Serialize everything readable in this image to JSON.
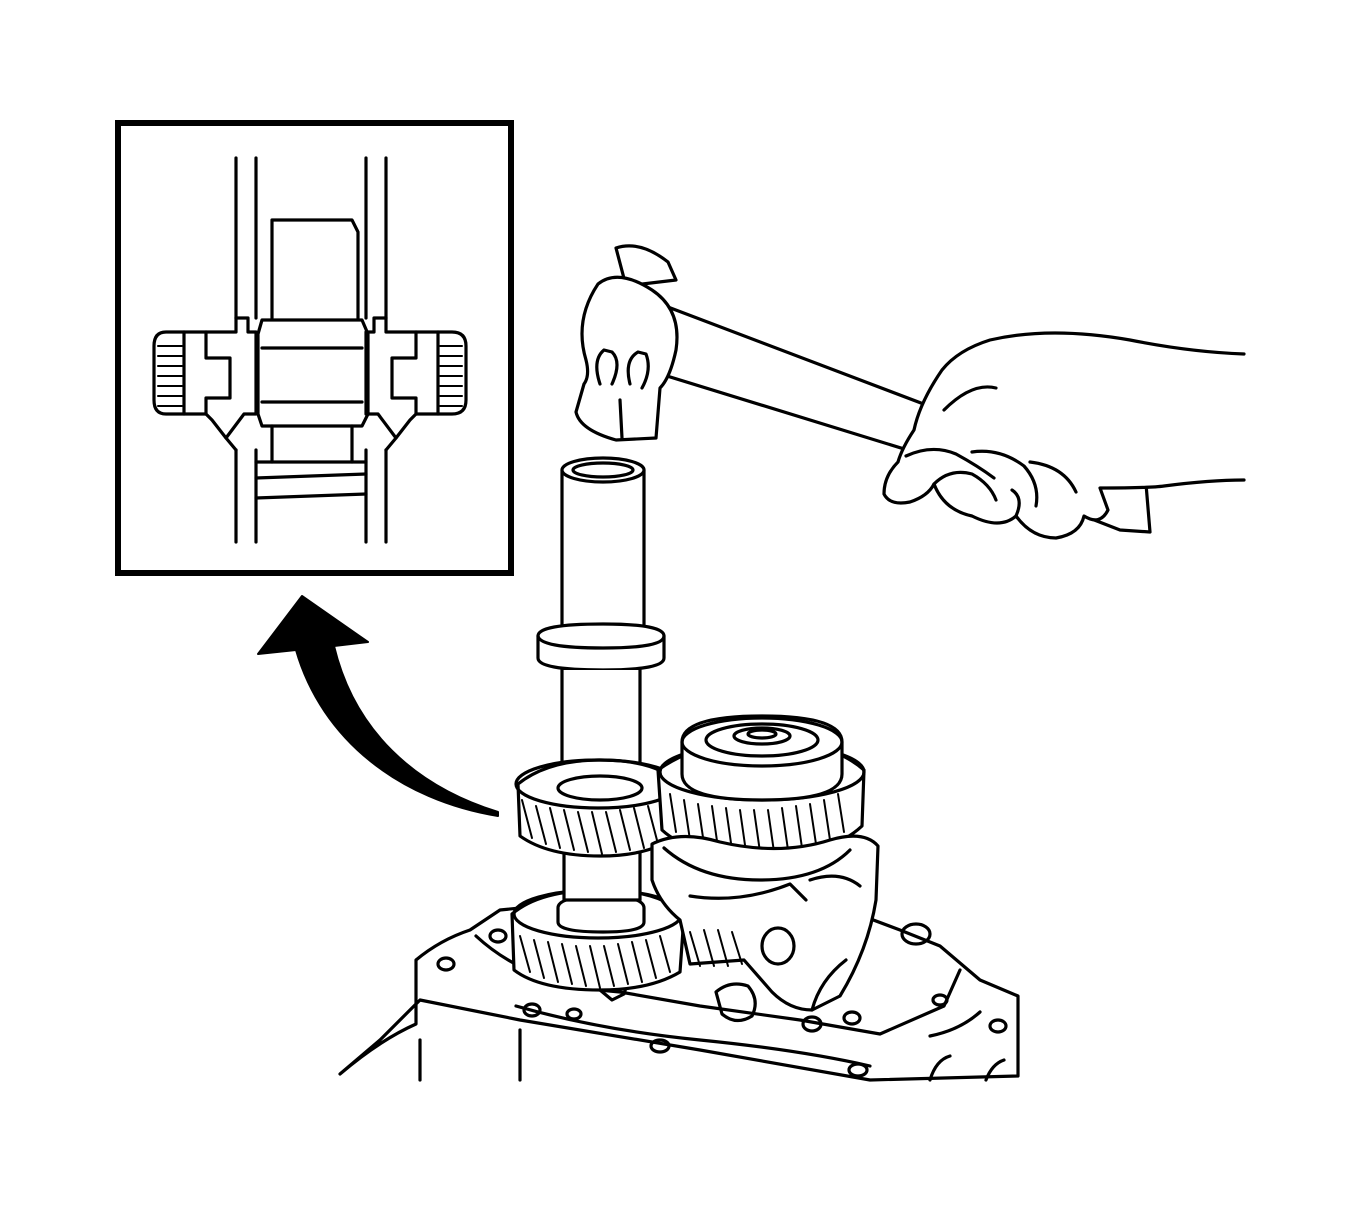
{
  "figure": {
    "background": "#ffffff",
    "line_color": "#000000",
    "parts": {
      "detail_inset": "detail-inset-frame",
      "arrow": "curved-arrow-icon",
      "hammer": "hammer-icon",
      "hand": "hand-icon",
      "driver_tool": "installer-tool",
      "upper_gear": "helical-gear",
      "cluster_gear": "counter-gear",
      "lower_gear": "lower-helical-gear",
      "shift_fork": "shift-fork",
      "housing": "transmission-case"
    }
  }
}
